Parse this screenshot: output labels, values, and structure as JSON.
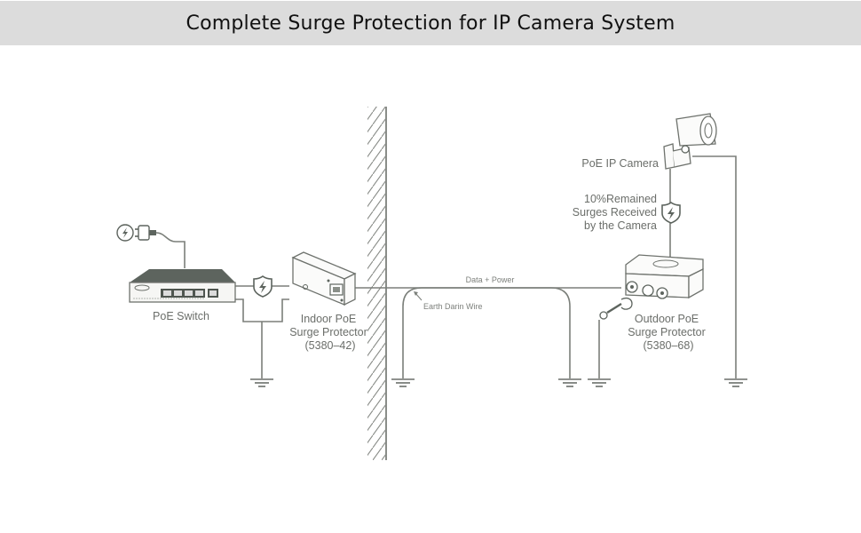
{
  "title": "Complete Surge Protection for IP Camera System",
  "colors": {
    "banner_bg": "#dcdcdc",
    "line": "#7b7f7a",
    "label_text": "#6b6e6a",
    "device_dark": "#5d645e"
  },
  "devices": {
    "poe_switch": {
      "label": "PoE Switch",
      "icon": "network-switch-icon"
    },
    "power_plug": {
      "icon": "power-plug-icon"
    },
    "indoor_protector": {
      "line1": "Indoor PoE",
      "line2": "Surge Protector",
      "model": "(5380–42)",
      "icon": "indoor-surge-protector-icon"
    },
    "outdoor_protector": {
      "line1": "Outdoor PoE",
      "line2": "Surge Protector",
      "model": "(5380–68)",
      "icon": "outdoor-surge-protector-icon"
    },
    "camera": {
      "label": "PoE IP Camera",
      "icon": "bullet-camera-icon"
    }
  },
  "annotations": {
    "data_power": "Data + Power",
    "earth_wire": "Earth Darin Wire",
    "remained_line1": "10%Remained",
    "remained_line2": "Surges Received",
    "remained_line3": "by the Camera"
  },
  "icons": {
    "surge_shield": "shield-lightning-icon",
    "ground": "ground-symbol-icon",
    "wall": "hatched-wall-icon"
  }
}
